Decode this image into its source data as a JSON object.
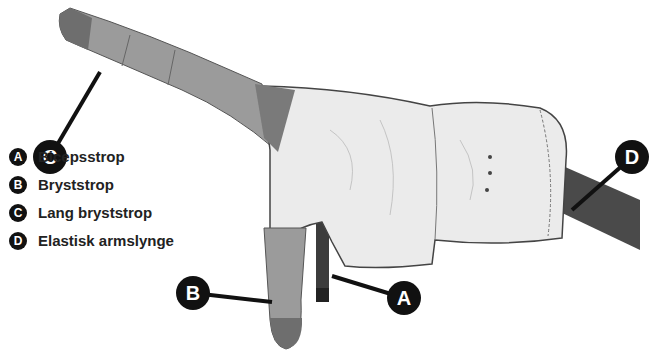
{
  "diagram": {
    "labels": [
      "C",
      "D",
      "A",
      "Bicepsstrop",
      "B",
      "Bryststrop",
      "C",
      "Lang bryststrop",
      "D",
      "Elastisk armslynge",
      "B",
      "A"
    ]
  }
}
